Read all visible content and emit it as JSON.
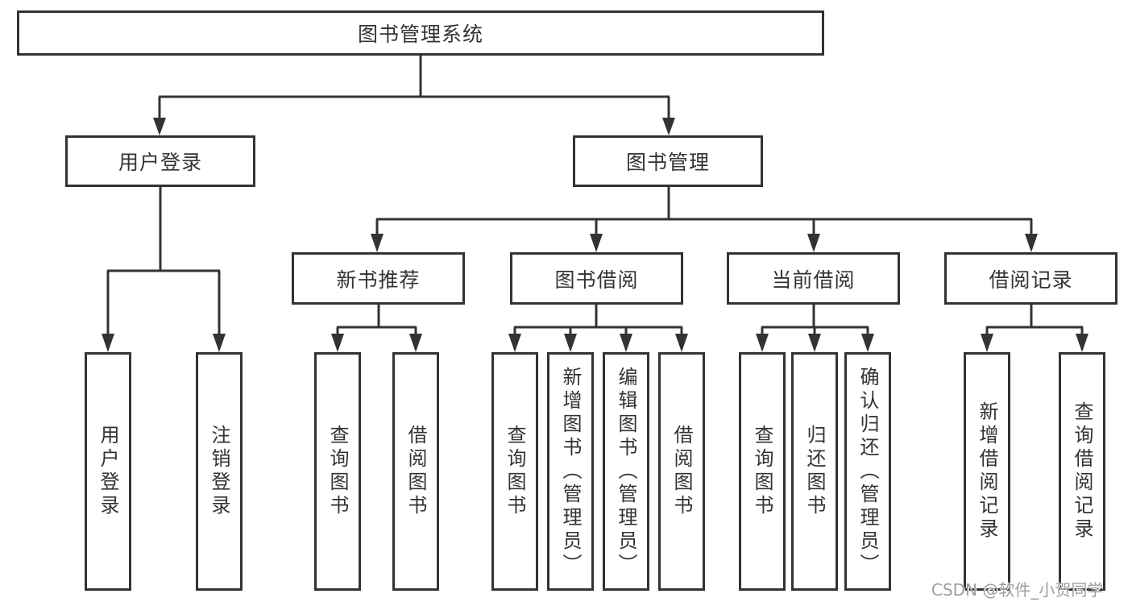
{
  "tree": {
    "root": "图书管理系统",
    "children": [
      {
        "label": "用户登录",
        "children": [
          "用户登录",
          "注销登录"
        ]
      },
      {
        "label": "图书管理",
        "children": [
          {
            "label": "新书推荐",
            "children": [
              "查询图书",
              "借阅图书"
            ]
          },
          {
            "label": "图书借阅",
            "children": [
              "查询图书",
              "新增图书（管理员）",
              "编辑图书（管理员）",
              "借阅图书"
            ]
          },
          {
            "label": "当前借阅",
            "children": [
              "查询图书",
              "归还图书",
              "确认归还（管理员）"
            ]
          },
          {
            "label": "借阅记录",
            "children": [
              "新增借阅记录",
              "查询借阅记录"
            ]
          }
        ]
      }
    ]
  },
  "watermark": {
    "text": "CSDN @软件_小贺同学"
  },
  "colors": {
    "line": "#333333",
    "box_border": "#333333",
    "text": "#333333",
    "watermark": "#9e9e9e",
    "background": "#ffffff"
  }
}
